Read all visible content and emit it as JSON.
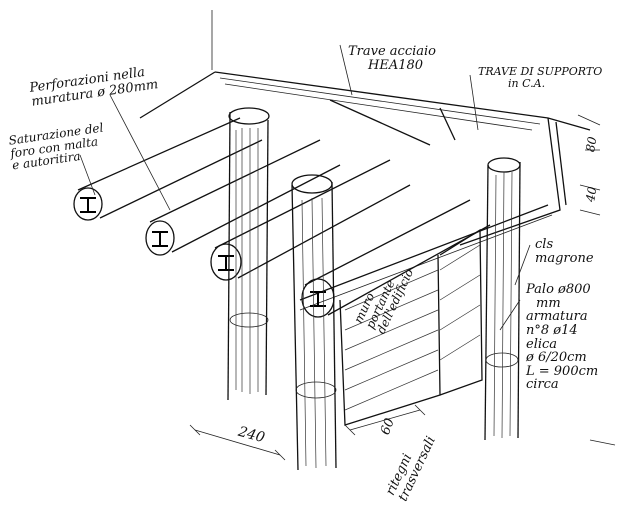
{
  "annotations": {
    "perforations": [
      "Perforazioni nella",
      "muratura ø 280mm"
    ],
    "saturation": [
      "Saturazione del",
      "foro con malta",
      "e autoritira"
    ],
    "steel_beam": [
      "Trave acciaio",
      "HEA180"
    ],
    "support_beam": [
      "TRAVE DI SUPPORTO",
      "in C.A."
    ],
    "cls": [
      "cls",
      "magrone"
    ],
    "pile": [
      "Palo ø800",
      "mm",
      "armatura",
      "n°8 ø14",
      "elica",
      "ø 6/20cm",
      "L = 900cm",
      "circa"
    ],
    "wall": [
      "muro",
      "portante",
      "dell'edificio"
    ],
    "transverse": [
      "ritegni",
      "trasversali"
    ],
    "dim_240": "240",
    "dim_60": "60",
    "dim_80": "80",
    "dim_40": "40"
  },
  "colors": {
    "ink": "#1a1a1a",
    "paper": "#ffffff"
  }
}
